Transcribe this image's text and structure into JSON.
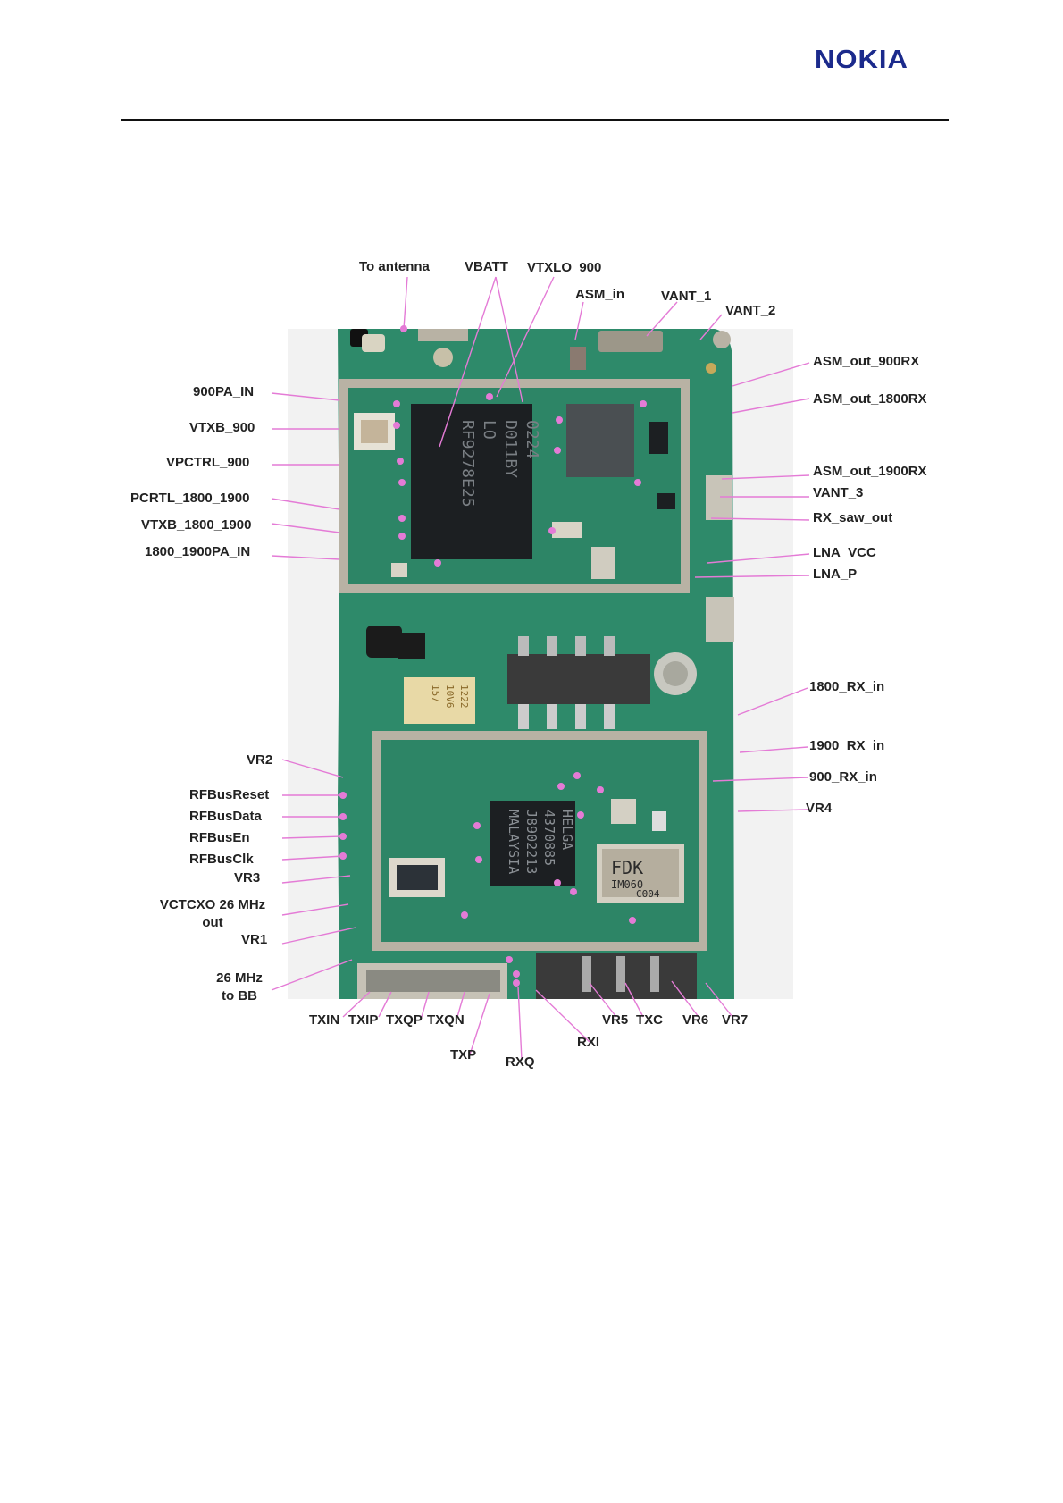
{
  "header": {
    "logo_text": "NOKIA",
    "brand_color": "#1b2a8c"
  },
  "figure": {
    "board_colors": {
      "pcb": "#2e8a6a",
      "shield": "#b8b2a4",
      "chip": "#1c1f22",
      "leader": "#e47bd6"
    },
    "chip_markings": {
      "pa": [
        "RF9278E25",
        "LO",
        "D011BY",
        "0224"
      ],
      "helga": [
        "HELGA",
        "4370885",
        "J8902213",
        "MALAYSIA"
      ],
      "fdk": [
        "FDK",
        "IM060",
        "C004"
      ],
      "tant": [
        "1222",
        "10V6",
        "157"
      ]
    },
    "labels": {
      "to_antenna": "To antenna",
      "vbatt": "VBATT",
      "vtxlo_900": "VTXLO_900",
      "asm_in": "ASM_in",
      "vant_1": "VANT_1",
      "vant_2": "VANT_2",
      "asm_out_900rx": "ASM_out_900RX",
      "asm_out_1800rx": "ASM_out_1800RX",
      "asm_out_1900rx": "ASM_out_1900RX",
      "vant_3": "VANT_3",
      "rx_saw_out": "RX_saw_out",
      "lna_vcc": "LNA_VCC",
      "lna_p": "LNA_P",
      "pa900_in": "900PA_IN",
      "vtxb_900": "VTXB_900",
      "vpctrl_900": "VPCTRL_900",
      "pcrtl_1800_1900": "PCRTL_1800_1900",
      "vtxb_1800_1900": "VTXB_1800_1900",
      "pa1800_1900_in": "1800_1900PA_IN",
      "rx1800_in": "1800_RX_in",
      "rx1900_in": "1900_RX_in",
      "rx900_in": "900_RX_in",
      "vr4": "VR4",
      "vr2": "VR2",
      "rfbus_reset": "RFBusReset",
      "rfbus_data": "RFBusData",
      "rfbus_en": "RFBusEn",
      "rfbus_clk": "RFBusClk",
      "vr3": "VR3",
      "vctcxo_line1": "VCTCXO 26 MHz",
      "vctcxo_line2": "out",
      "vr1": "VR1",
      "mhz26_line1": "26 MHz",
      "mhz26_line2": "to BB",
      "txin": "TXIN",
      "txip": "TXIP",
      "txqp": "TXQP",
      "txqn": "TXQN",
      "txp": "TXP",
      "rxq": "RXQ",
      "rxi": "RXI",
      "vr5": "VR5",
      "txc": "TXC",
      "vr6": "VR6",
      "vr7": "VR7"
    }
  }
}
